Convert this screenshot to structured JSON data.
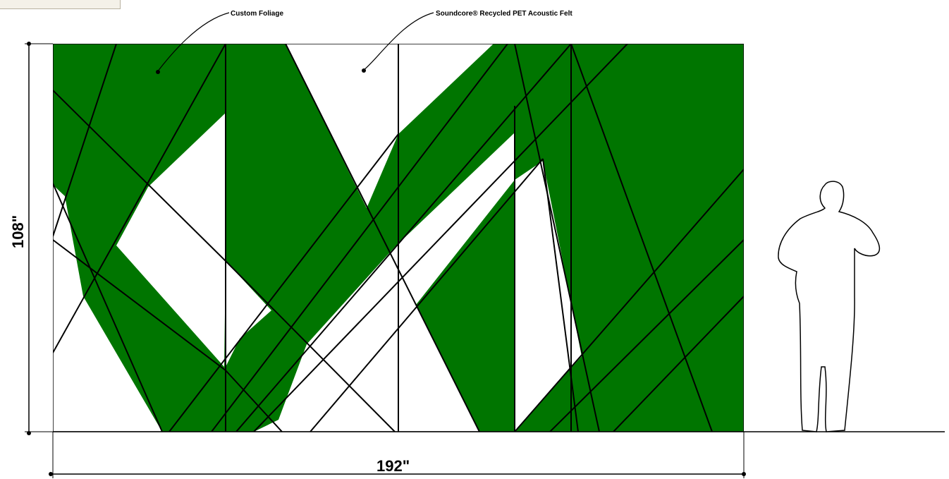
{
  "callouts": {
    "foliage": "Custom Foliage",
    "felt": "Soundcore® Recycled PET Acoustic Felt"
  },
  "dimensions": {
    "height": "108\"",
    "width": "192\""
  },
  "colors": {
    "foliage": "#007500",
    "felt": "#ffffff",
    "line": "#000000"
  }
}
